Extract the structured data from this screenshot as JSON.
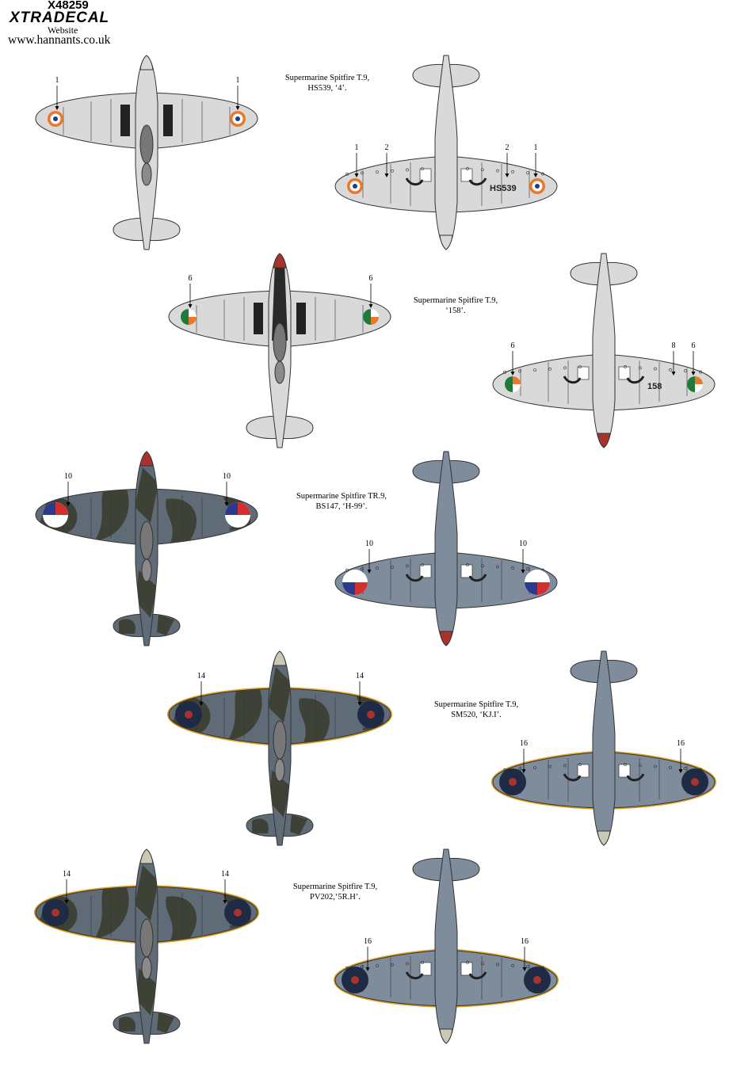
{
  "header": {
    "product_code": "X48259",
    "brand": "XTRADECAL",
    "website_label": "Website",
    "website_url": "www.hannants.co.uk"
  },
  "colors": {
    "underside_light": "#d9d9d9",
    "underside_prublue": "#7e8c9b",
    "camo_green": "#3e4236",
    "camo_grey": "#5f6b77",
    "outline": "#333333",
    "spinner_red": "#a8332e",
    "spinner_light": "#c9c9b5",
    "tape_yellow": "#e0a020"
  },
  "profiles": [
    {
      "caption": [
        "Supermarine Spitfire T.9,",
        "HS539, ‘4’."
      ],
      "roundel": "india",
      "wing_serial": "HS539",
      "top_callouts": [
        "1",
        "1"
      ],
      "bottom_callouts": [
        "1",
        "2",
        "2",
        "1"
      ]
    },
    {
      "caption": [
        "Supermarine Spitfire T.9,",
        "‘158’."
      ],
      "roundel": "ireland",
      "wing_serial": "158",
      "top_callouts": [
        "6",
        "6"
      ],
      "bottom_callouts": [
        "6",
        "8",
        "6"
      ]
    },
    {
      "caption": [
        "Supermarine Spitfire TR.9,",
        "BS147, ‘H-99’."
      ],
      "roundel": "czech",
      "wing_serial": "",
      "top_callouts": [
        "10",
        "10"
      ],
      "bottom_callouts": [
        "10",
        "10"
      ]
    },
    {
      "caption": [
        "Supermarine Spitfire T.9,",
        "SM520, ‘KJ.I’."
      ],
      "roundel": "seac",
      "wing_serial": "",
      "top_callouts": [
        "14",
        "14"
      ],
      "bottom_callouts": [
        "16",
        "16"
      ]
    },
    {
      "caption": [
        "Supermarine Spitfire T.9,",
        "PV202,‘5R.H’."
      ],
      "roundel": "seac",
      "wing_serial": "",
      "top_callouts": [
        "14",
        "14"
      ],
      "bottom_callouts": [
        "16",
        "16"
      ]
    }
  ]
}
